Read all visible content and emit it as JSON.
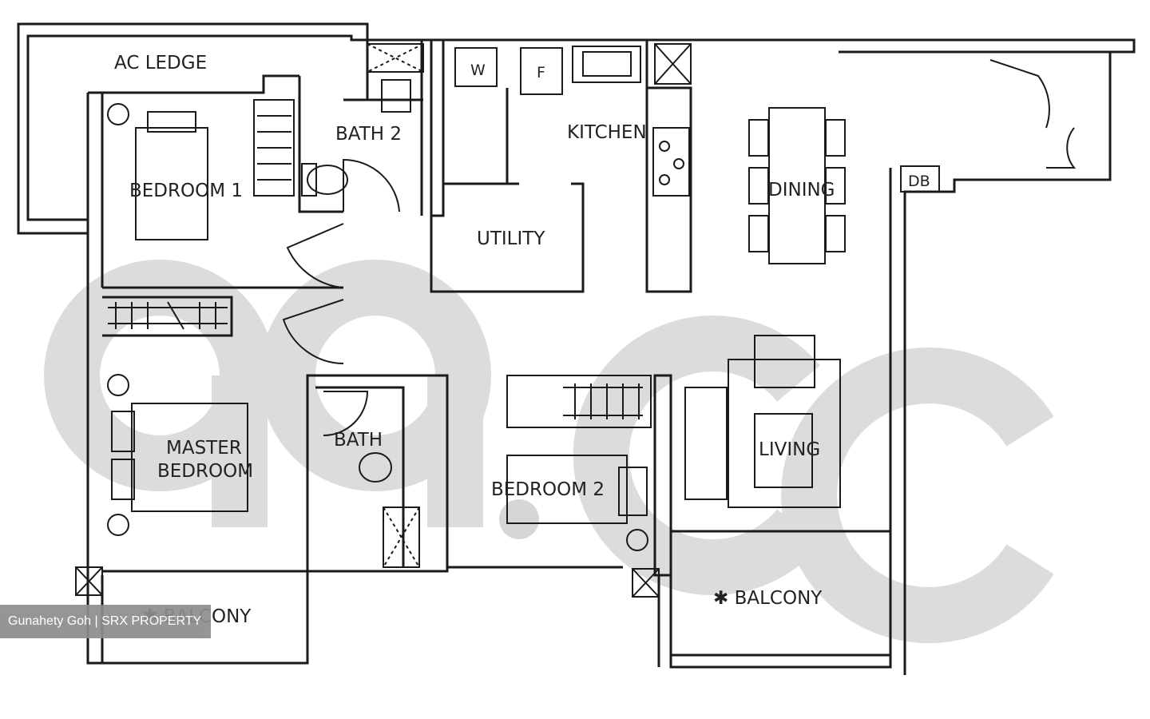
{
  "rooms": {
    "ac_ledge": "AC LEDGE",
    "bath2": "BATH 2",
    "kitchen": "KITCHEN",
    "bedroom1": "BEDROOM 1",
    "utility": "UTILITY",
    "dining": "DINING",
    "db": "DB",
    "master_bedroom_line1": "MASTER",
    "master_bedroom_line2": "BEDROOM",
    "bath": "BATH",
    "bedroom2": "BEDROOM 2",
    "living": "LIVING",
    "balcony_left": "✱ BALCONY",
    "balcony_right": "✱ BALCONY"
  },
  "appliances": {
    "washer": "W",
    "fridge": "F"
  },
  "credit": "Gunahety Goh | SRX PROPERTY",
  "colors": {
    "wall": "#1a1a1a",
    "watermark": "#d9d9d9",
    "credit_bg": "#8d8d8d"
  }
}
